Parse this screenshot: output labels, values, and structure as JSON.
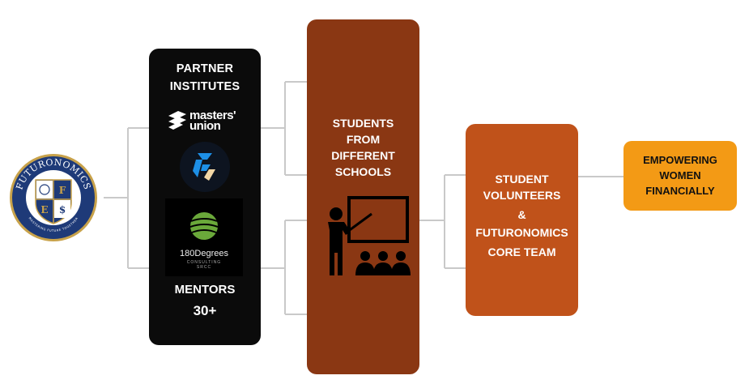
{
  "seal": {
    "name": "FUTURONOMICS",
    "motto": "MASTERING FUTURE TOGETHER",
    "letters": [
      "F",
      "E",
      "$"
    ]
  },
  "partner": {
    "title_line1": "PARTNER",
    "title_line2": "INSTITUTES",
    "masters_union_line1": "masters'",
    "masters_union_line2": "union",
    "degrees_brand": "180Degrees",
    "degrees_sub": "CONSULTING",
    "degrees_tag": "SRCC",
    "mentors_label": "MENTORS",
    "mentors_count": "30+"
  },
  "students": {
    "line1": "STUDENTS",
    "line2": "FROM",
    "line3": "DIFFERENT",
    "line4": "SCHOOLS"
  },
  "volunteers": {
    "line1": "STUDENT",
    "line2": "VOLUNTEERS",
    "line3": "&",
    "line4": "FUTURONOMICS",
    "line5": "CORE TEAM"
  },
  "empower": {
    "line1": "EMPOWERING",
    "line2": "WOMEN",
    "line3": "FINANCIALLY"
  },
  "colors": {
    "partner_bg": "#0b0b0b",
    "students_bg": "#8a3713",
    "volunteers_bg": "#c0521a",
    "empower_bg": "#f39a15",
    "connector": "#c9c9c9",
    "seal_blue": "#1e3a78",
    "seal_gold": "#c8a24a"
  }
}
